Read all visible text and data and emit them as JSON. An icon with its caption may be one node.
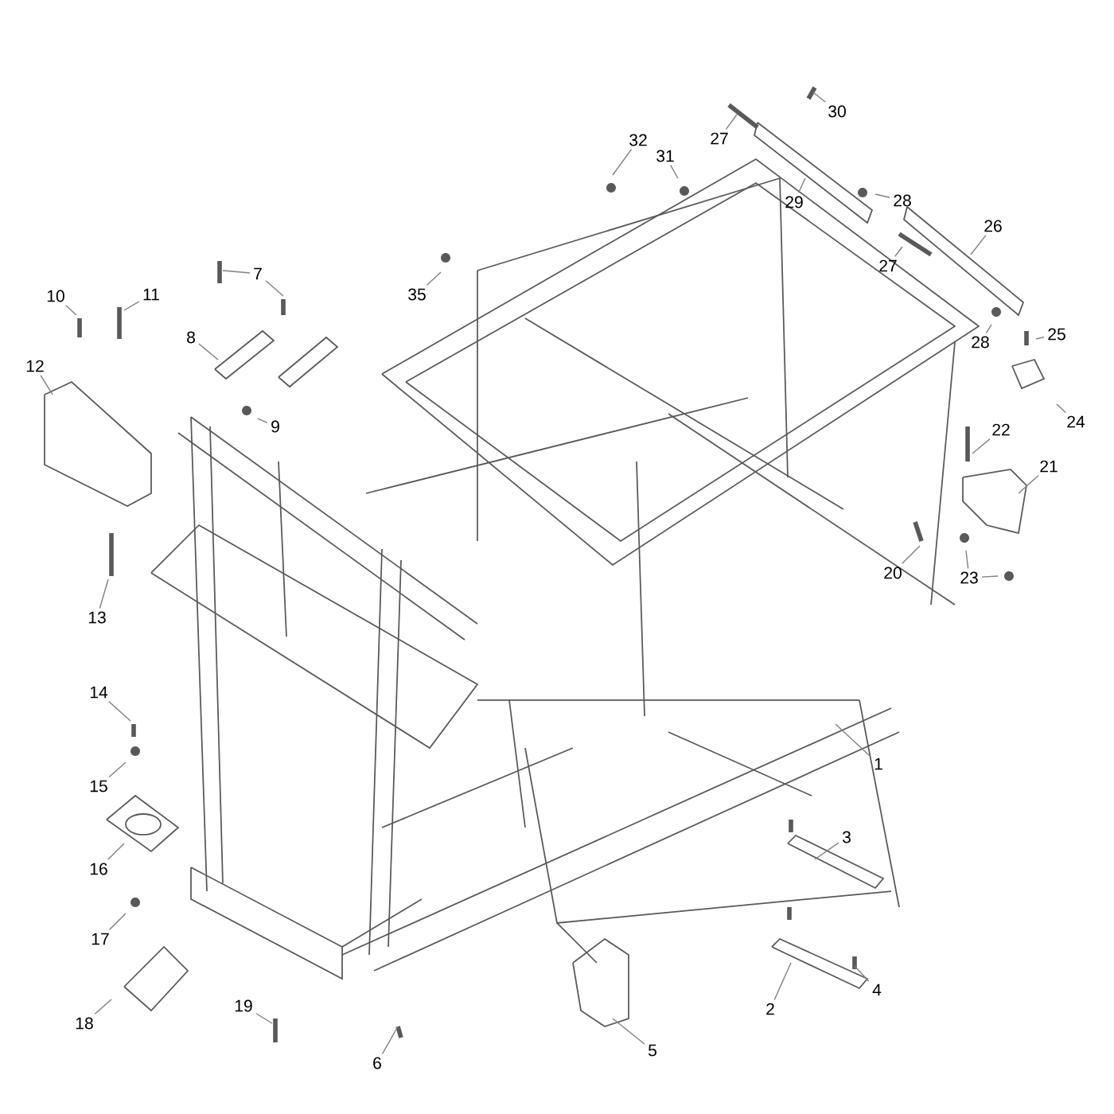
{
  "diagram": {
    "nodes": [
      {
        "text": [
          "1"
        ]
      },
      {
        "text": [
          "2"
        ]
      },
      {
        "text": [
          "3"
        ]
      },
      {
        "text": [
          "4"
        ]
      },
      {
        "text": [
          "5"
        ]
      },
      {
        "text": [
          "6"
        ]
      },
      {
        "text": [
          "7"
        ]
      },
      {
        "text": [
          "8"
        ]
      },
      {
        "text": [
          "9"
        ]
      },
      {
        "text": [
          "10"
        ]
      },
      {
        "text": [
          "11"
        ]
      },
      {
        "text": [
          "12"
        ]
      },
      {
        "text": [
          "13"
        ]
      },
      {
        "text": [
          "14"
        ]
      },
      {
        "text": [
          "15"
        ]
      },
      {
        "text": [
          "16"
        ]
      },
      {
        "text": [
          "17"
        ]
      },
      {
        "text": [
          "18"
        ]
      },
      {
        "text": [
          "19"
        ]
      },
      {
        "text": [
          "20"
        ]
      },
      {
        "text": [
          "21"
        ]
      },
      {
        "text": [
          "22"
        ]
      },
      {
        "text": [
          "23"
        ]
      },
      {
        "text": [
          "24"
        ]
      },
      {
        "text": [
          "25"
        ]
      },
      {
        "text": [
          "26"
        ]
      },
      {
        "text": [
          "27"
        ]
      },
      {
        "text": [
          "27"
        ]
      },
      {
        "text": [
          "28"
        ]
      },
      {
        "text": [
          "28"
        ]
      },
      {
        "text": [
          "29"
        ]
      },
      {
        "text": [
          "30"
        ]
      },
      {
        "text": [
          "31"
        ]
      },
      {
        "text": [
          "32"
        ]
      },
      {
        "text": [
          "35"
        ]
      }
    ],
    "edges": [
      {
        "from": 0,
        "to": null,
        "arrow": "none"
      },
      {
        "from": 1,
        "to": null,
        "arrow": "none"
      },
      {
        "from": 2,
        "to": null,
        "arrow": "none"
      },
      {
        "from": 3,
        "to": null,
        "arrow": "none"
      },
      {
        "from": 4,
        "to": null,
        "arrow": "none"
      },
      {
        "from": 5,
        "to": null,
        "arrow": "none"
      },
      {
        "from": 6,
        "to": null,
        "arrow": "none"
      },
      {
        "from": 6,
        "to": null,
        "arrow": "none"
      },
      {
        "from": 7,
        "to": null,
        "arrow": "none"
      },
      {
        "from": 8,
        "to": null,
        "arrow": "none"
      },
      {
        "from": 9,
        "to": null,
        "arrow": "none"
      },
      {
        "from": 10,
        "to": null,
        "arrow": "none"
      },
      {
        "from": 11,
        "to": null,
        "arrow": "none"
      },
      {
        "from": 12,
        "to": null,
        "arrow": "none"
      },
      {
        "from": 13,
        "to": null,
        "arrow": "none"
      },
      {
        "from": 14,
        "to": null,
        "arrow": "none"
      },
      {
        "from": 15,
        "to": null,
        "arrow": "none"
      },
      {
        "from": 16,
        "to": null,
        "arrow": "none"
      },
      {
        "from": 17,
        "to": null,
        "arrow": "none"
      },
      {
        "from": 18,
        "to": null,
        "arrow": "none"
      },
      {
        "from": 19,
        "to": null,
        "arrow": "none"
      },
      {
        "from": 20,
        "to": null,
        "arrow": "none"
      },
      {
        "from": 21,
        "to": null,
        "arrow": "none"
      },
      {
        "from": 22,
        "to": null,
        "arrow": "none"
      },
      {
        "from": 22,
        "to": null,
        "arrow": "none"
      },
      {
        "from": 23,
        "to": null,
        "arrow": "none"
      },
      {
        "from": 24,
        "to": null,
        "arrow": "none"
      },
      {
        "from": 25,
        "to": null,
        "arrow": "none"
      },
      {
        "from": 26,
        "to": null,
        "arrow": "none"
      },
      {
        "from": 27,
        "to": null,
        "arrow": "none"
      },
      {
        "from": 28,
        "to": null,
        "arrow": "none"
      },
      {
        "from": 29,
        "to": null,
        "arrow": "none"
      },
      {
        "from": 30,
        "to": null,
        "arrow": "none"
      },
      {
        "from": 31,
        "to": null,
        "arrow": "none"
      },
      {
        "from": 32,
        "to": null,
        "arrow": "none"
      },
      {
        "from": 33,
        "to": null,
        "arrow": "none"
      },
      {
        "from": 34,
        "to": null,
        "arrow": "none"
      }
    ]
  }
}
